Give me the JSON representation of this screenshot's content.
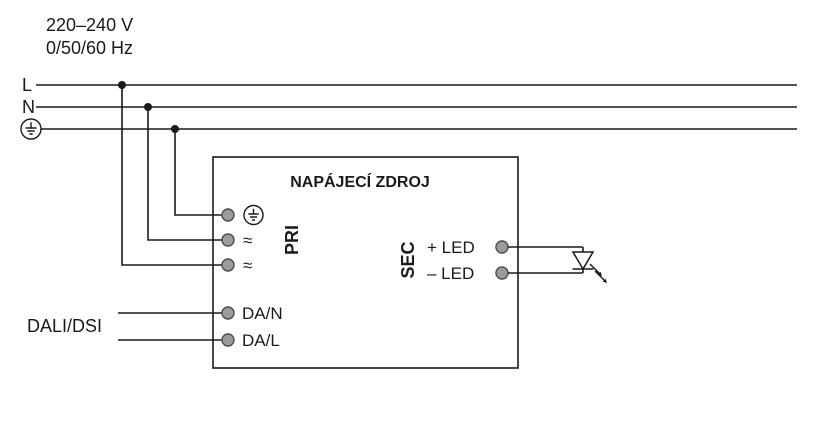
{
  "supply": {
    "voltage": "220–240 V",
    "frequency": "0/50/60 Hz",
    "line_l_label": "L",
    "line_n_label": "N"
  },
  "dali": {
    "label": "DALI/DSI"
  },
  "psu": {
    "title": "NAPÁJECÍ ZDROJ",
    "pri_label": "PRI",
    "sec_label": "SEC",
    "ac_symbol_1": "≈",
    "ac_symbol_2": "≈",
    "da_n_label": "DA/N",
    "da_l_label": "DA/L",
    "led_plus_label": "+ LED",
    "led_minus_label": "– LED"
  },
  "colors": {
    "wire": "#1a1a1a",
    "terminal_fill": "#9c9c9c",
    "terminal_stroke": "#4d4d4d",
    "background": "#ffffff"
  }
}
